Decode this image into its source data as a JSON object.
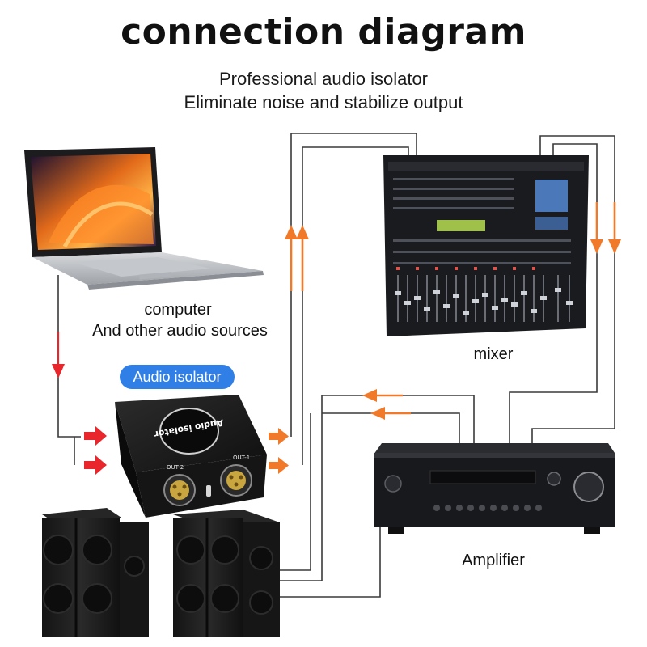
{
  "header": {
    "title": "connection diagram",
    "subtitle_line1": "Professional audio isolator",
    "subtitle_line2": "Eliminate noise and stabilize output"
  },
  "devices": {
    "computer_line1": "computer",
    "computer_line2": "And other audio sources",
    "mixer": "mixer",
    "isolator_badge": "Audio isolator",
    "amplifier": "Amplifier"
  },
  "isolator_markings": {
    "front_out_left": "OUT-2",
    "front_out_right": "OUT-1",
    "face_text": "Audio isolator"
  },
  "colors": {
    "cable": "#3a3a3a",
    "signal_arrow_red": "#e8262b",
    "signal_arrow_orange": "#f07a2a",
    "badge": "#2f7fe6"
  }
}
